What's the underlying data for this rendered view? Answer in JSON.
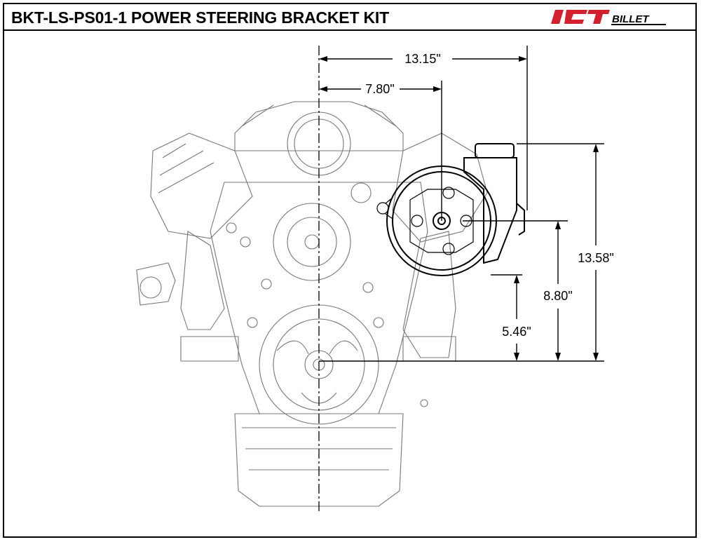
{
  "title": "BKT-LS-PS01-1 POWER STEERING BRACKET KIT",
  "logo": {
    "text": "ICT BILLET",
    "brand_color": "#d4202c"
  },
  "dimensions": {
    "overall_width": "13.15\"",
    "pump_offset": "7.80\"",
    "overall_height": "13.58\"",
    "pump_height": "8.80\"",
    "pump_base_height": "5.46\""
  }
}
